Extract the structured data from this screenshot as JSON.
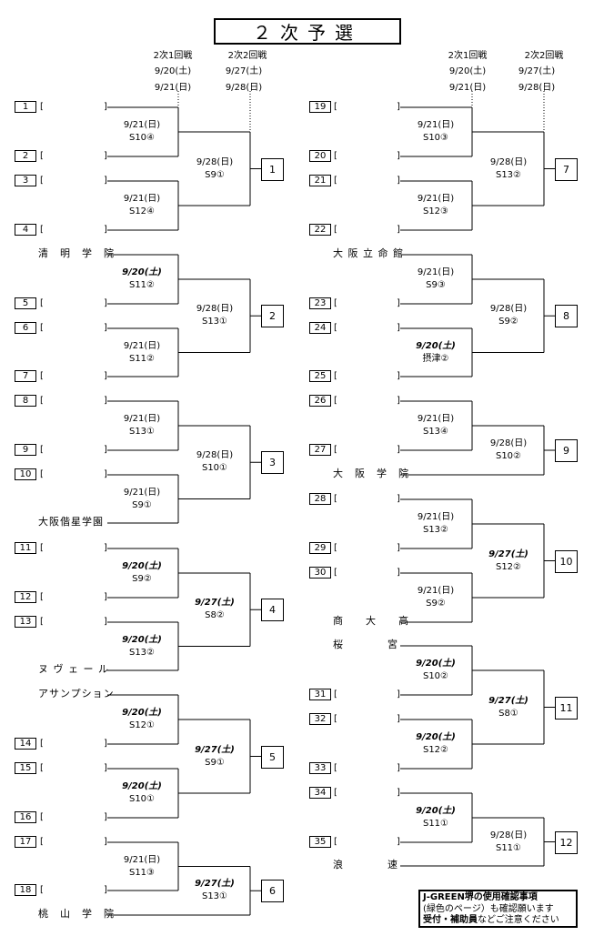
{
  "title": "２次予選",
  "round_headers": {
    "r1": "2次1回戦",
    "r1_dates": [
      "9/20(土)",
      "9/21(日)"
    ],
    "r2": "2次2回戦",
    "r2_dates": [
      "9/27(土)",
      "9/28(日)"
    ]
  },
  "slots_left": [
    {
      "num": "1",
      "team": ""
    },
    {
      "num": "2",
      "team": ""
    },
    {
      "num": "3",
      "team": ""
    },
    {
      "num": "4",
      "team": ""
    },
    {
      "num": "",
      "team": "清　明　学　院"
    },
    {
      "num": "5",
      "team": ""
    },
    {
      "num": "6",
      "team": ""
    },
    {
      "num": "7",
      "team": ""
    },
    {
      "num": "8",
      "team": ""
    },
    {
      "num": "9",
      "team": ""
    },
    {
      "num": "10",
      "team": ""
    },
    {
      "num": "",
      "team": "大阪偕星学園"
    },
    {
      "num": "11",
      "team": ""
    },
    {
      "num": "12",
      "team": ""
    },
    {
      "num": "13",
      "team": ""
    },
    {
      "num": "",
      "team": "ヌ ヴ ェ ー ル"
    },
    {
      "num": "",
      "team": "アサンプション"
    },
    {
      "num": "14",
      "team": ""
    },
    {
      "num": "15",
      "team": ""
    },
    {
      "num": "16",
      "team": ""
    },
    {
      "num": "17",
      "team": ""
    },
    {
      "num": "18",
      "team": ""
    },
    {
      "num": "",
      "team": "桃　山　学　院"
    }
  ],
  "slots_right": [
    {
      "num": "19",
      "team": ""
    },
    {
      "num": "20",
      "team": ""
    },
    {
      "num": "21",
      "team": ""
    },
    {
      "num": "22",
      "team": ""
    },
    {
      "num": "",
      "team": "大 阪 立 命 館"
    },
    {
      "num": "23",
      "team": ""
    },
    {
      "num": "24",
      "team": ""
    },
    {
      "num": "25",
      "team": ""
    },
    {
      "num": "26",
      "team": ""
    },
    {
      "num": "27",
      "team": ""
    },
    {
      "num": "",
      "team": "大　阪　学　院"
    },
    {
      "num": "28",
      "team": ""
    },
    {
      "num": "29",
      "team": ""
    },
    {
      "num": "30",
      "team": ""
    },
    {
      "num": "",
      "team": "商　　大　　高"
    },
    {
      "num": "",
      "team": "桜　　　　宮"
    },
    {
      "num": "31",
      "team": ""
    },
    {
      "num": "32",
      "team": ""
    },
    {
      "num": "33",
      "team": ""
    },
    {
      "num": "34",
      "team": ""
    },
    {
      "num": "35",
      "team": ""
    },
    {
      "num": "",
      "team": "浪　　　　速"
    }
  ],
  "first_round_left": [
    {
      "date": "9/21(日)",
      "venue": "S10④",
      "sat": false
    },
    {
      "date": "9/21(日)",
      "venue": "S12④",
      "sat": false
    },
    {
      "date": "9/20(土)",
      "venue": "S11②",
      "sat": true
    },
    {
      "date": "9/21(日)",
      "venue": "S11②",
      "sat": false
    },
    {
      "date": "9/21(日)",
      "venue": "S13①",
      "sat": false
    },
    {
      "date": "9/21(日)",
      "venue": "S9①",
      "sat": false
    },
    {
      "date": "9/20(土)",
      "venue": "S9②",
      "sat": true
    },
    {
      "date": "9/20(土)",
      "venue": "S13②",
      "sat": true
    },
    {
      "date": "9/20(土)",
      "venue": "S12①",
      "sat": true
    },
    {
      "date": "9/20(土)",
      "venue": "S10①",
      "sat": true
    },
    {
      "date": "9/21(日)",
      "venue": "S11③",
      "sat": false
    }
  ],
  "first_round_right": [
    {
      "date": "9/21(日)",
      "venue": "S10③",
      "sat": false
    },
    {
      "date": "9/21(日)",
      "venue": "S12③",
      "sat": false
    },
    {
      "date": "9/21(日)",
      "venue": "S9③",
      "sat": false
    },
    {
      "date": "9/20(土)",
      "venue": "摂津②",
      "sat": true
    },
    {
      "date": "9/21(日)",
      "venue": "S13④",
      "sat": false
    },
    {
      "date": "9/21(日)",
      "venue": "S13②",
      "sat": false
    },
    {
      "date": "9/21(日)",
      "venue": "S9②",
      "sat": false
    },
    {
      "date": "9/20(土)",
      "venue": "S10②",
      "sat": true
    },
    {
      "date": "9/20(土)",
      "venue": "S12②",
      "sat": true
    },
    {
      "date": "9/20(土)",
      "venue": "S11①",
      "sat": true
    }
  ],
  "second_round_left": [
    {
      "date": "9/28(日)",
      "venue": "S9①",
      "sat": false,
      "winner": "1"
    },
    {
      "date": "9/28(日)",
      "venue": "S13①",
      "sat": false,
      "winner": "2"
    },
    {
      "date": "9/28(日)",
      "venue": "S10①",
      "sat": false,
      "winner": "3"
    },
    {
      "date": "9/27(土)",
      "venue": "S8②",
      "sat": true,
      "winner": "4"
    },
    {
      "date": "9/27(土)",
      "venue": "S9①",
      "sat": true,
      "winner": "5"
    },
    {
      "date": "9/27(土)",
      "venue": "S13①",
      "sat": true,
      "winner": "6"
    }
  ],
  "second_round_right": [
    {
      "date": "9/28(日)",
      "venue": "S13②",
      "sat": false,
      "winner": "7"
    },
    {
      "date": "9/28(日)",
      "venue": "S9②",
      "sat": false,
      "winner": "8"
    },
    {
      "date": "9/28(日)",
      "venue": "S10②",
      "sat": false,
      "winner": "9"
    },
    {
      "date": "9/27(土)",
      "venue": "S12②",
      "sat": true,
      "winner": "10"
    },
    {
      "date": "9/27(土)",
      "venue": "S8①",
      "sat": true,
      "winner": "11"
    },
    {
      "date": "9/28(日)",
      "venue": "S11①",
      "sat": false,
      "winner": "12"
    }
  ],
  "note": {
    "line1": "J-GREEN堺の使用確認事項",
    "line2": "(緑色のページ）も確認願います",
    "line3_bold": "受付・補助員",
    "line3_rest": "などご注意ください"
  }
}
